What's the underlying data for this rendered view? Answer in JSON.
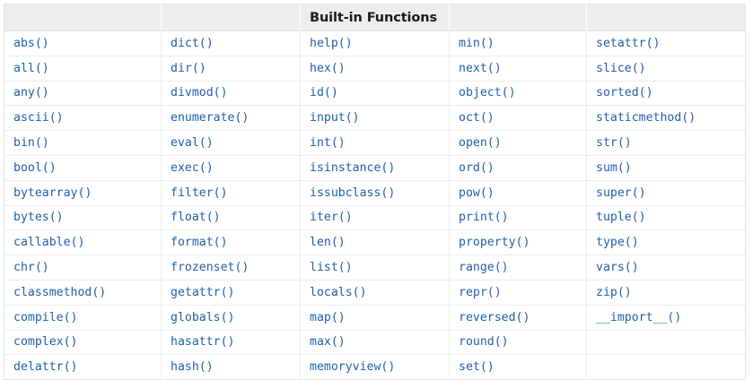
{
  "table": {
    "title": "Built-in Functions",
    "title_column_index": 2,
    "column_count": 5,
    "row_count": 14,
    "header": [
      "",
      "",
      "Built-in Functions",
      "",
      ""
    ],
    "colors": {
      "link_text": "#1f5fa9",
      "header_background": "#ededed",
      "header_text": "#1b1b1b",
      "cell_border": "#ececec",
      "table_border": "#e3e3e3",
      "page_background": "#ffffff"
    },
    "rows": [
      [
        "abs()",
        "dict()",
        "help()",
        "min()",
        "setattr()"
      ],
      [
        "all()",
        "dir()",
        "hex()",
        "next()",
        "slice()"
      ],
      [
        "any()",
        "divmod()",
        "id()",
        "object()",
        "sorted()"
      ],
      [
        "ascii()",
        "enumerate()",
        "input()",
        "oct()",
        "staticmethod()"
      ],
      [
        "bin()",
        "eval()",
        "int()",
        "open()",
        "str()"
      ],
      [
        "bool()",
        "exec()",
        "isinstance()",
        "ord()",
        "sum()"
      ],
      [
        "bytearray()",
        "filter()",
        "issubclass()",
        "pow()",
        "super()"
      ],
      [
        "bytes()",
        "float()",
        "iter()",
        "print()",
        "tuple()"
      ],
      [
        "callable()",
        "format()",
        "len()",
        "property()",
        "type()"
      ],
      [
        "chr()",
        "frozenset()",
        "list()",
        "range()",
        "vars()"
      ],
      [
        "classmethod()",
        "getattr()",
        "locals()",
        "repr()",
        "zip()"
      ],
      [
        "compile()",
        "globals()",
        "map()",
        "reversed()",
        "__import__()"
      ],
      [
        "complex()",
        "hasattr()",
        "max()",
        "round()",
        ""
      ],
      [
        "delattr()",
        "hash()",
        "memoryview()",
        "set()",
        ""
      ]
    ]
  }
}
